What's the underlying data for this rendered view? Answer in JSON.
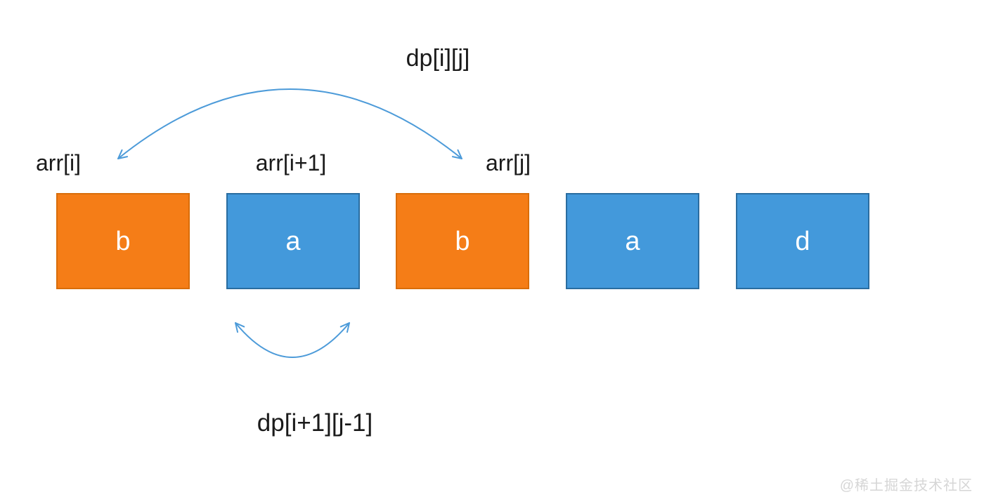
{
  "diagram": {
    "top_label": "dp[i][j]",
    "bottom_label": "dp[i+1][j-1]",
    "array_labels": [
      {
        "text": "arr[i]"
      },
      {
        "text": "arr[i+1]"
      },
      {
        "text": "arr[j]"
      }
    ],
    "boxes": [
      {
        "letter": "b",
        "variant": "orange"
      },
      {
        "letter": "a",
        "variant": "blue"
      },
      {
        "letter": "b",
        "variant": "orange"
      },
      {
        "letter": "a",
        "variant": "blue"
      },
      {
        "letter": "d",
        "variant": "blue"
      }
    ],
    "colors": {
      "orange_fill": "#F57D17",
      "orange_border": "#D96D0A",
      "blue_fill": "#4399DB",
      "blue_border": "#2A6DA0",
      "arrow": "#4D9BD9",
      "text": "#1A1A1A",
      "watermark": "#D6D6D6",
      "background": "#FFFFFF"
    }
  },
  "watermark": "@稀土掘金技术社区"
}
